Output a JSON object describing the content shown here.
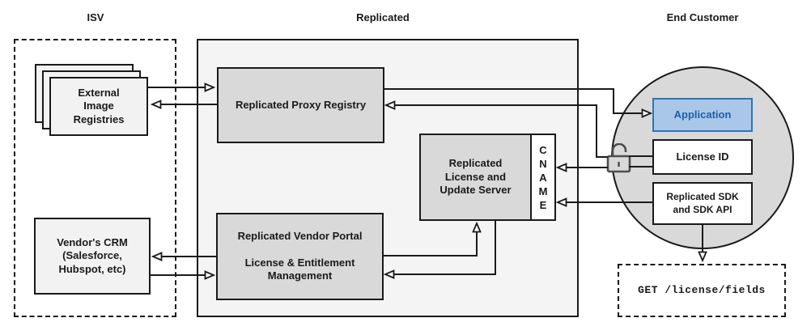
{
  "headers": {
    "isv": "ISV",
    "replicated": "Replicated",
    "end_customer": "End Customer"
  },
  "isv": {
    "registries_label": "External\nImage\nRegistries",
    "crm_label": "Vendor's CRM\n(Salesforce,\nHubspot, etc)"
  },
  "replicated": {
    "proxy_registry_label": "Replicated Proxy Registry",
    "license_server_label": "Replicated\nLicense and\nUpdate Server",
    "cname_label": "C\nN\nA\nM\nE",
    "vendor_portal_title": "Replicated Vendor Portal",
    "vendor_portal_subtitle": "License & Entitlement\nManagement"
  },
  "end_customer": {
    "application_label": "Application",
    "license_id_label": "License ID",
    "sdk_label": "Replicated SDK\nand SDK API",
    "api_call_label": "GET /license/fields"
  },
  "icons": {
    "unlock_icon": "open-padlock"
  },
  "colors": {
    "application_fill": "#a9c7e8",
    "application_border": "#2e75b6",
    "application_text": "#1f5fa8",
    "inner_box_gray": "#d9d9d9",
    "panel_gray": "#f4f4f4",
    "light_box_gray": "#f2f2f2",
    "line_black": "#1a1a1a",
    "lock_gray": "#4d4d4d"
  }
}
